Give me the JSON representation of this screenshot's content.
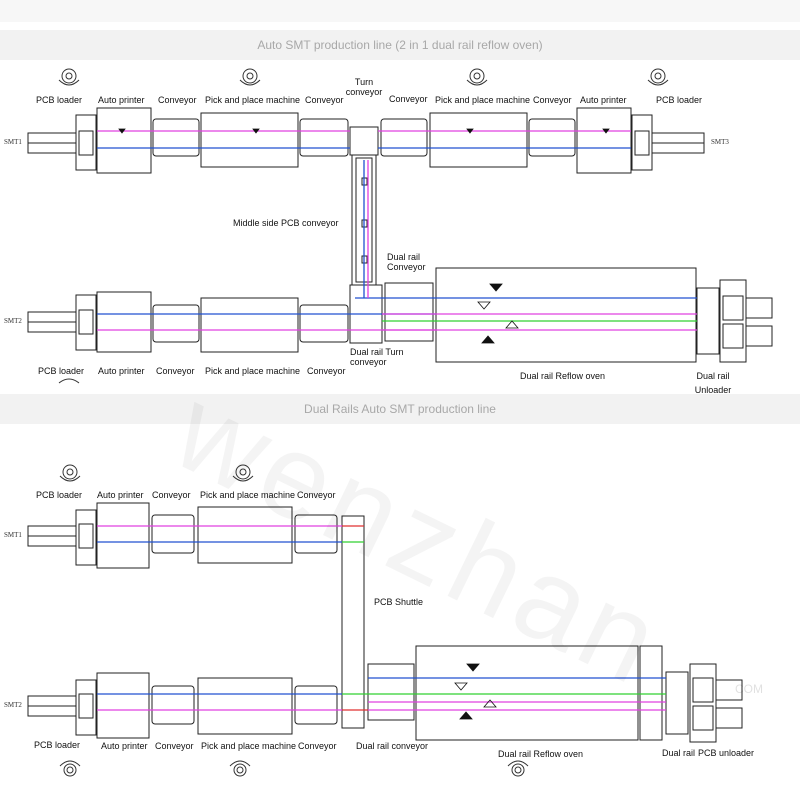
{
  "diagram1": {
    "title": "Auto SMT production line (2 in 1 dual rail reflow oven)",
    "labels": {
      "pcb_loader": "PCB loader",
      "auto_printer": "Auto printer",
      "conveyor": "Conveyor",
      "pick_place": "Pick and place machine",
      "turn_conveyor": "Turn conveyor",
      "middle_side": "Middle side PCB conveyor",
      "dual_rail_conveyor": "Dual rail Conveyor",
      "dual_rail_turn": "Dual rail Turn conveyor",
      "reflow": "Dual rail Reflow oven",
      "unloader": "Dual rail Unloader"
    },
    "lines": {
      "smt1": "SMT1",
      "smt2": "SMT2",
      "smt3": "SMT3"
    }
  },
  "diagram2": {
    "title": "Dual Rails Auto SMT production line",
    "labels": {
      "pcb_loader": "PCB loader",
      "auto_printer": "Auto printer",
      "conveyor": "Conveyor",
      "pick_place": "Pick and place machine",
      "shuttle": "PCB Shuttle",
      "dual_rail_conveyor": "Dual rail conveyor",
      "reflow": "Dual rail Reflow oven",
      "dual_rail": "Dual rail",
      "unloader": "PCB unloader"
    },
    "lines": {
      "smt1": "SMT1",
      "smt2": "SMT2"
    }
  },
  "watermark": "wenzhan",
  "watermark_small": "COM",
  "colors": {
    "magenta": "#e040e0",
    "blue": "#2050d0",
    "green": "#30d030",
    "red": "#e03030",
    "stroke": "#222222",
    "band": "#f2f2f2"
  },
  "icons": [
    "operator-icon"
  ]
}
